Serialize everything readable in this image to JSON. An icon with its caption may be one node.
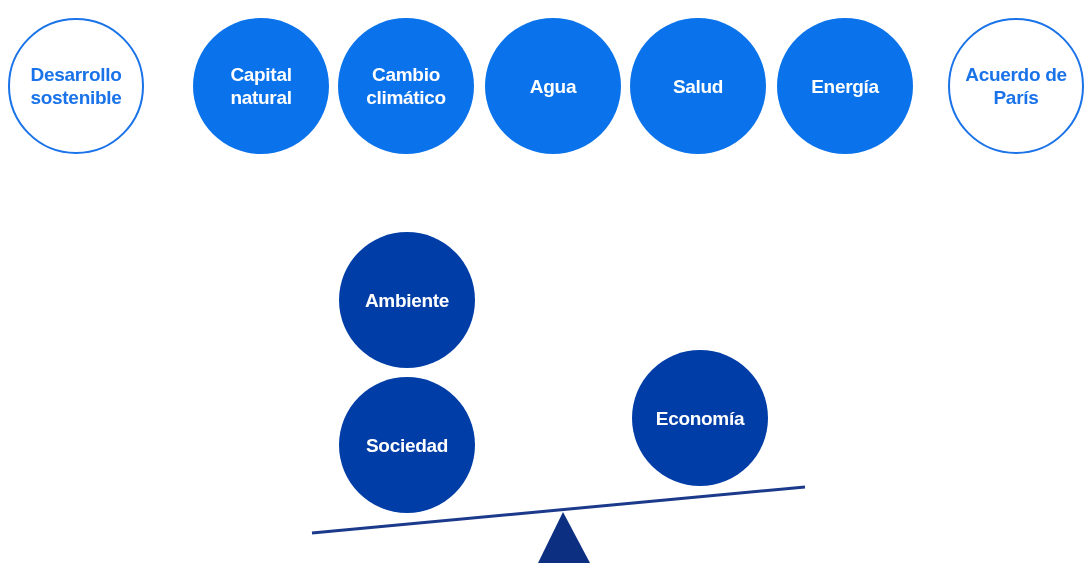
{
  "diagram": {
    "nodes": [
      {
        "text": [
          "Desarrollo sostenible"
        ]
      },
      {
        "text": [
          "Capital natural"
        ]
      },
      {
        "text": [
          "Cambio climático"
        ]
      },
      {
        "text": [
          "Agua"
        ]
      },
      {
        "text": [
          "Salud"
        ]
      },
      {
        "text": [
          "Energía"
        ]
      },
      {
        "text": [
          "Acuerdo de París"
        ]
      },
      {
        "text": [
          "Ambiente"
        ]
      },
      {
        "text": [
          "Sociedad"
        ]
      },
      {
        "text": [
          "Economía"
        ]
      }
    ]
  }
}
